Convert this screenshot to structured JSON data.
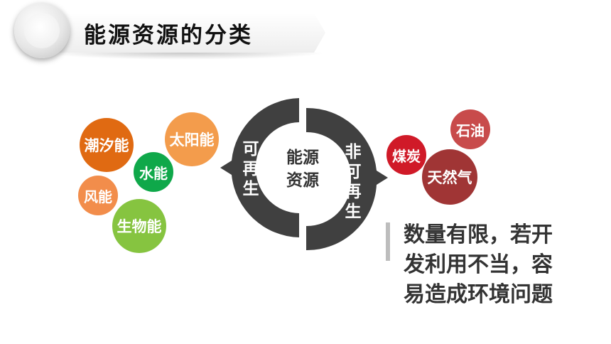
{
  "title": "能源资源的分类",
  "center": {
    "label_line1": "能源",
    "label_line2": "资源",
    "left_label": [
      "可",
      "再",
      "生"
    ],
    "right_label": [
      "非",
      "可",
      "再",
      "生"
    ]
  },
  "renewable": [
    {
      "label": "潮汐能",
      "color": "#e06a12"
    },
    {
      "label": "太阳能",
      "color": "#f39c4c"
    },
    {
      "label": "水能",
      "color": "#0fa84a"
    },
    {
      "label": "风能",
      "color": "#f28d4b"
    },
    {
      "label": "生物能",
      "color": "#86c440"
    }
  ],
  "nonrenewable": [
    {
      "label": "石油",
      "color": "#c84b4b"
    },
    {
      "label": "煤炭",
      "color": "#d01a28"
    },
    {
      "label": "天然气",
      "color": "#a03535"
    }
  ],
  "callout": {
    "line1": "数量有限，若开",
    "line2": "发利用不当，容",
    "line3": "易造成环境问题"
  },
  "colors": {
    "ring": "#404040",
    "title": "#111111"
  }
}
